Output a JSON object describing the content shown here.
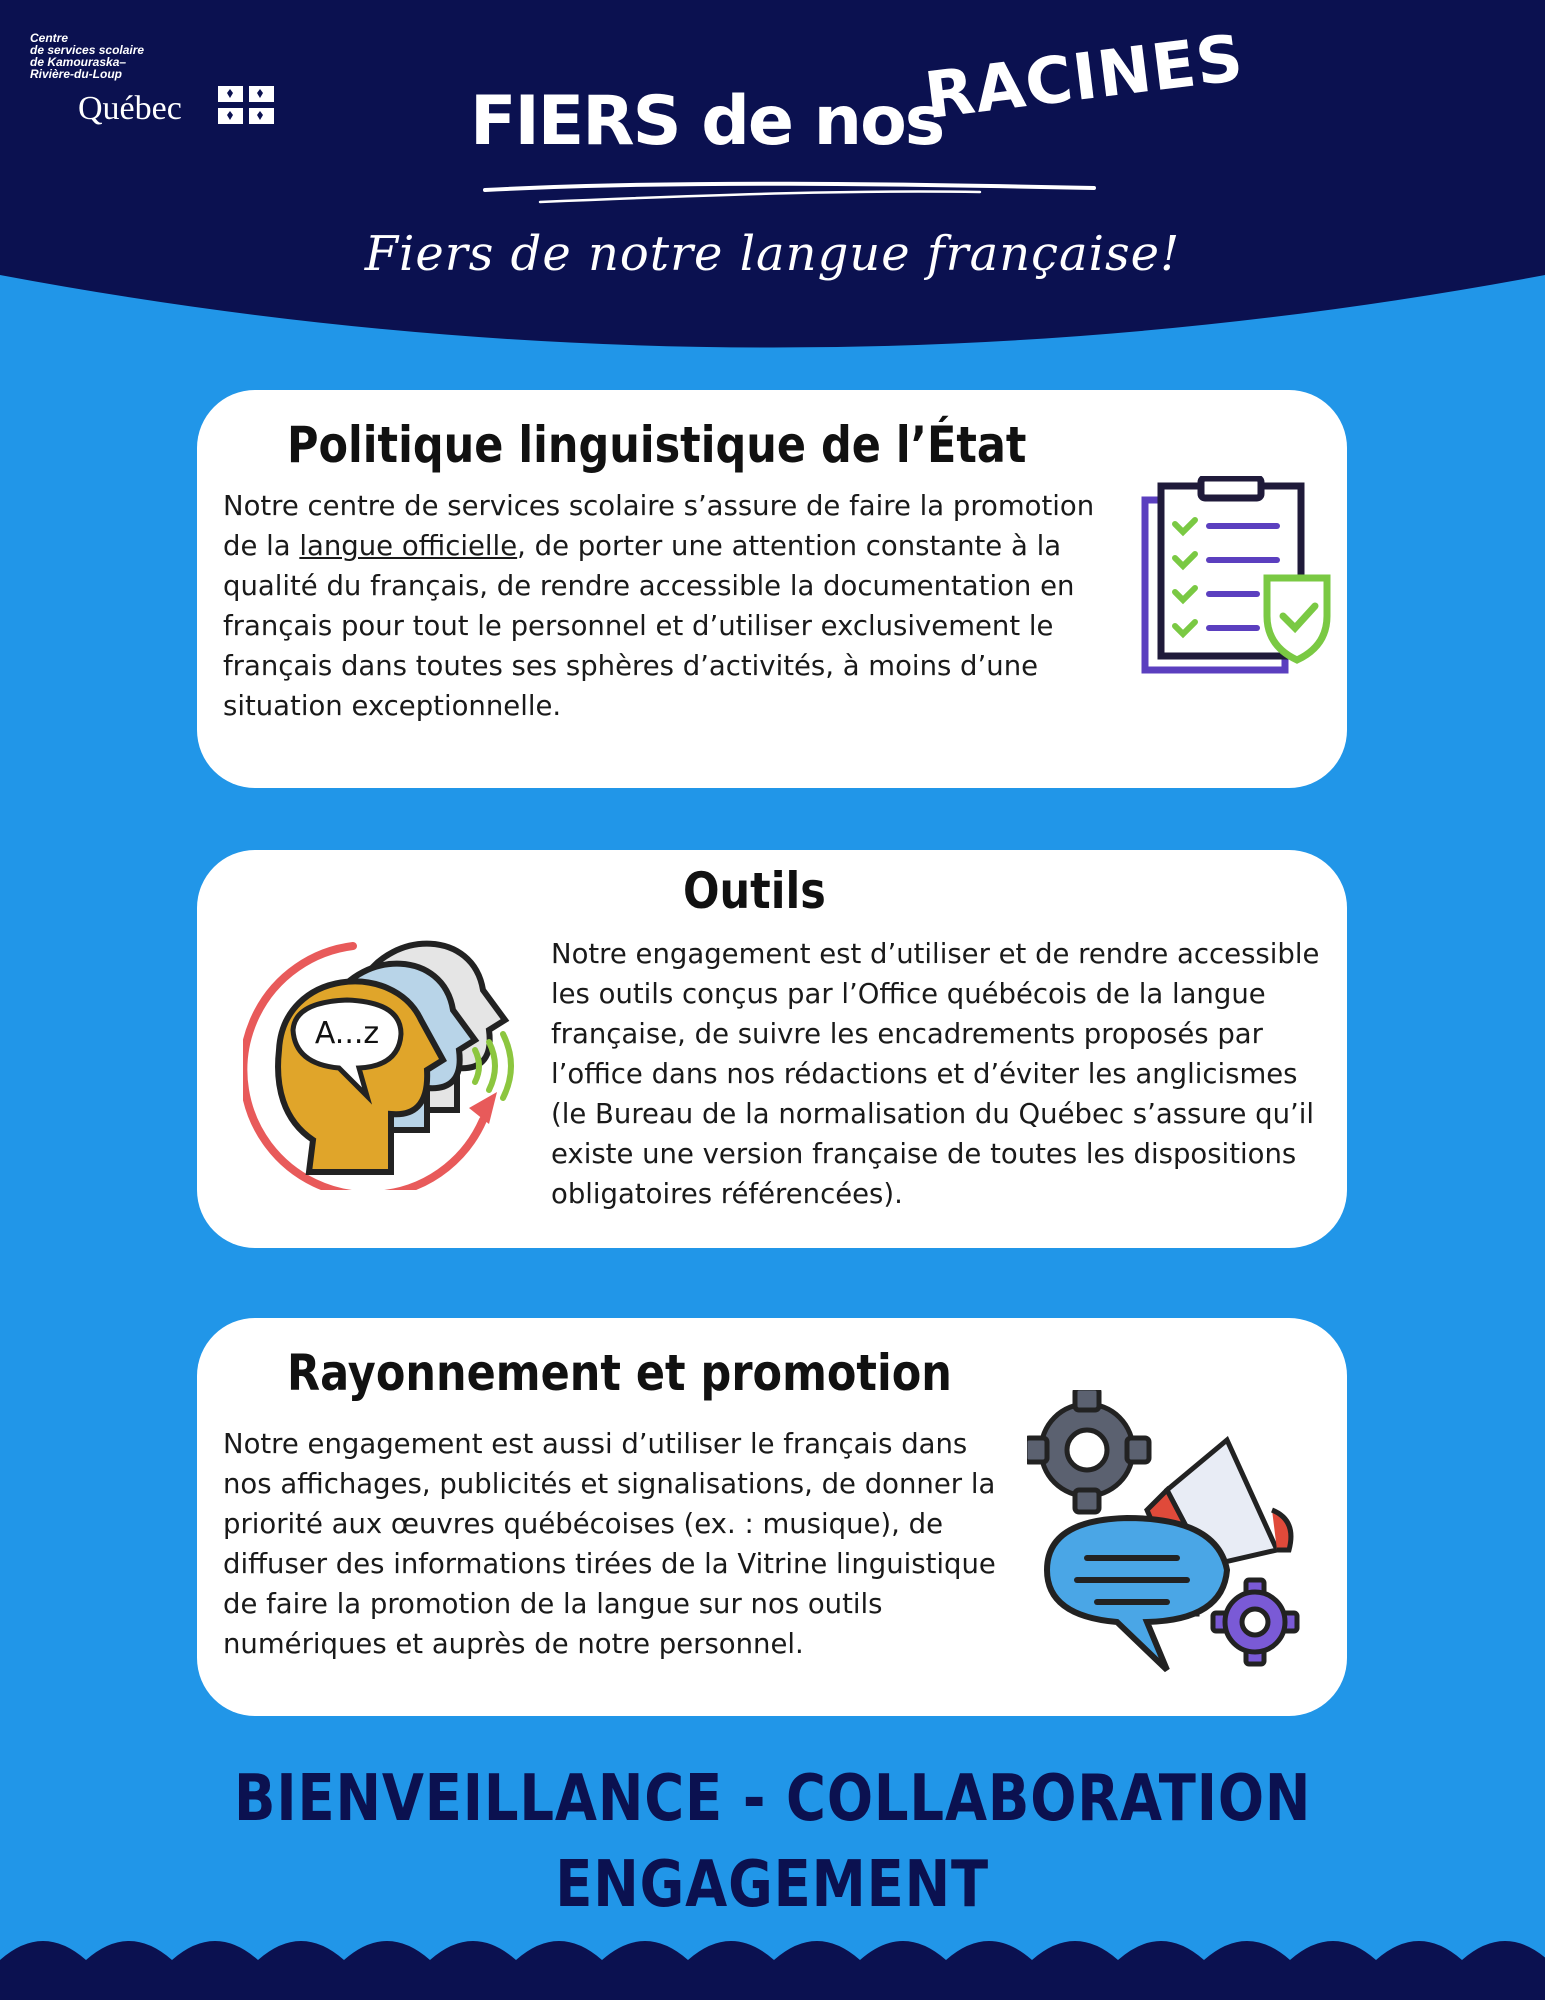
{
  "header": {
    "org_name": "Centre\nde services scolaire\nde Kamouraska–\nRivière-du-Loup",
    "quebec_wordmark": "Québec",
    "title_main": "FIERS de nos",
    "title_accent": "RACINES",
    "tagline": "Fiers de notre langue française!"
  },
  "cards": [
    {
      "heading": "Politique linguistique de l’État",
      "text_before": "Notre centre de services scolaire s’assure de  faire la promotion de la ",
      "text_link": "langue officielle",
      "text_after": ", de porter une attention constante à la qualité du français, de rendre accessible la documentation en français pour tout le personnel et d’utiliser exclusivement le français dans toutes ses sphères d’activités, à moins d’une situation exceptionnelle.",
      "icon": "clipboard-checklist-icon"
    },
    {
      "heading": "Outils",
      "text": "Notre engagement est d’utiliser et de rendre accessible les outils conçus par l’Office québécois de la langue française, de suivre les encadrements proposés par l’office dans nos rédactions et d’éviter les anglicismes (le Bureau de la normalisation du Québec s’assure qu’il existe une version française de toutes les dispositions obligatoires référencées).",
      "icon": "speaking-heads-icon",
      "icon_text": "A...z"
    },
    {
      "heading": "Rayonnement et promotion",
      "text": "Notre engagement est aussi d’utiliser le français dans nos affichages, publicités et signalisations, de donner la priorité aux œuvres québécoises (ex. : musique), de diffuser des informations tirées de la Vitrine linguistique de faire la promotion de la langue sur nos outils numériques et auprès de notre personnel.",
      "icon": "megaphone-gears-icon"
    }
  ],
  "footer": {
    "line1": "BIENVEILLANCE - COLLABORATION",
    "line2": "ENGAGEMENT"
  },
  "colors": {
    "navy": "#0b1150",
    "blue": "#2196e8",
    "card": "#ffffff",
    "green_check": "#7ac943",
    "purple": "#5b3fbf",
    "red_arrow": "#e85a5a",
    "gold_head": "#e0a52a"
  }
}
